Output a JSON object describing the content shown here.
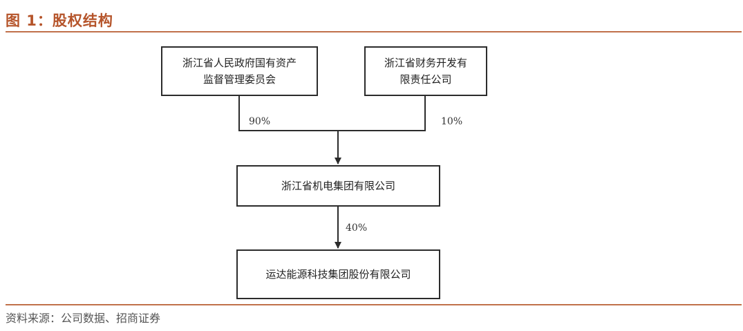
{
  "figure": {
    "title": "图 1：股权结构",
    "source": "资料来源：公司数据、招商证券"
  },
  "diagram": {
    "nodes": [
      {
        "id": "sasac",
        "label": "浙江省人民政府国有资产\n监督管理委员会"
      },
      {
        "id": "finance",
        "label": "浙江省财务开发有\n限责任公司"
      },
      {
        "id": "group",
        "label": "浙江省机电集团有限公司"
      },
      {
        "id": "yunda",
        "label": "运达能源科技集团股份有限公司"
      }
    ],
    "edges": [
      {
        "from": "sasac",
        "to": "group",
        "label": "90%"
      },
      {
        "from": "finance",
        "to": "group",
        "label": "10%"
      },
      {
        "from": "group",
        "to": "yunda",
        "label": "40%"
      }
    ]
  },
  "colors": {
    "title": "#b5542a",
    "rule": "#c0704a",
    "box_border": "#2b2b2b"
  }
}
